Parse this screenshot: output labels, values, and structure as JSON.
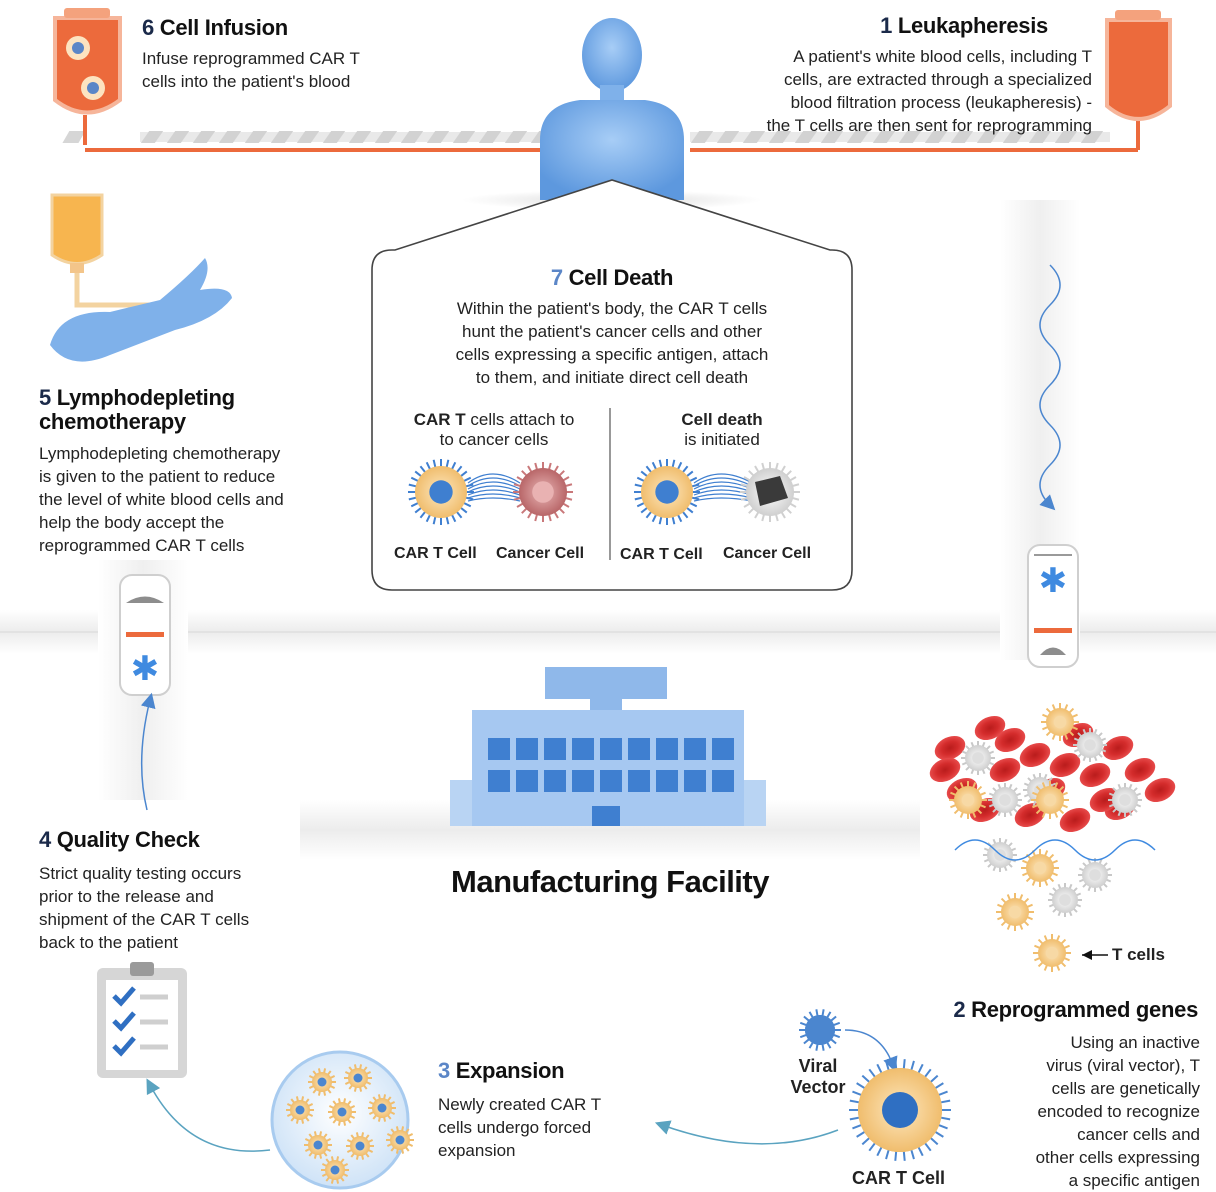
{
  "step1": {
    "number": "1",
    "title": "Leukapheresis",
    "lines": [
      "A patient's white blood cells, including T",
      "cells, are extracted through a specialized",
      "blood filtration process (leukapheresis) -",
      "the T cells are then sent for reprogramming"
    ]
  },
  "step2": {
    "number": "2",
    "title": "Reprogrammed genes",
    "lines": [
      "Using an inactive",
      "virus (viral vector), T",
      "cells are genetically",
      "encoded to recognize",
      "cancer cells and",
      "other cells expressing",
      "a specific antigen"
    ],
    "tcells_label": "T cells",
    "viral_vector_line1": "Viral",
    "viral_vector_line2": "Vector",
    "cart_cell_label": "CAR T Cell"
  },
  "step3": {
    "number": "3",
    "title": "Expansion",
    "lines": [
      "Newly created CAR T",
      "cells undergo forced",
      "expansion"
    ]
  },
  "step4": {
    "number": "4",
    "title": "Quality Check",
    "lines": [
      "Strict quality testing occurs",
      "prior to the release and",
      "shipment of the CAR T cells",
      "back to the patient"
    ]
  },
  "step5": {
    "number": "5",
    "title_line1": "Lymphodepleting",
    "title_line2": "chemotherapy",
    "lines": [
      "Lymphodepleting chemotherapy",
      "is given to the patient to reduce",
      "the level of white blood cells and",
      "help the body accept the",
      "reprogrammed CAR T cells"
    ]
  },
  "step6": {
    "number": "6",
    "title": "Cell Infusion",
    "lines": [
      "Infuse reprogrammed CAR T",
      "cells into the patient's blood"
    ]
  },
  "step7": {
    "number": "7",
    "title": "Cell Death",
    "lines": [
      "Within the patient's body, the CAR T cells",
      "hunt the patient's cancer cells and other",
      "cells expressing a specific antigen, attach",
      "to them, and initiate direct cell death"
    ],
    "left_caption_bold": "CAR T",
    "left_caption_rest": " cells attach to",
    "left_caption_line2": "to cancer cells",
    "right_caption_bold": "Cell death",
    "right_caption_line2": "is initiated",
    "label_cart": "CAR T Cell",
    "label_cancer": "Cancer Cell"
  },
  "facility": {
    "title": "Manufacturing Facility"
  },
  "colors": {
    "blue": "#6a9fdc",
    "orange": "#ec6a3c",
    "cancer": "#c9787a",
    "tcell": "#f2c27a",
    "facility": "#8fb8ea"
  }
}
